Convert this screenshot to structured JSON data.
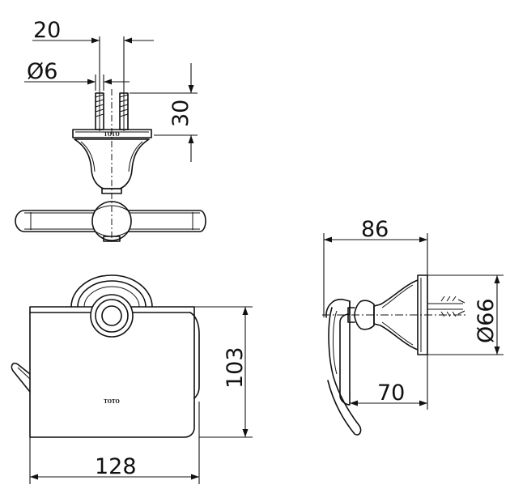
{
  "dimensions": {
    "anchor_spacing": "20",
    "anchor_diameter": "Ø6",
    "anchor_length": "30",
    "depth_total": "86",
    "flange_diameter": "Ø66",
    "depth_partial": "70",
    "height": "103",
    "width": "128"
  },
  "logos": {
    "top_view": "TOTO",
    "front_view": "TOTO"
  },
  "colors": {
    "line": "#111111",
    "background": "#ffffff"
  }
}
